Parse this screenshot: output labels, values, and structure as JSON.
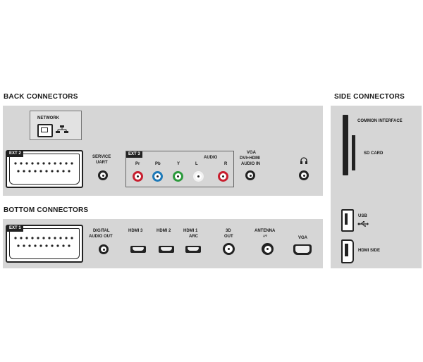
{
  "sections": {
    "back": "BACK CONNECTORS",
    "bottom": "BOTTOM CONNECTORS",
    "side": "SIDE CONNECTORS"
  },
  "back": {
    "network": "NETWORK",
    "ext2": "EXT 2",
    "service": [
      "SERVICE",
      "UART"
    ],
    "ext3": "EXT 3",
    "ext3_pins": [
      "Pr",
      "Pb",
      "Y",
      "L",
      "R"
    ],
    "audio": "AUDIO",
    "vga_audio": [
      "VGA",
      "DVI+HDMI",
      "AUDIO IN"
    ],
    "jack_colors": [
      "#c81e2e",
      "#1e7ab8",
      "#2c9a3c",
      "#f2f2f2",
      "#c81e2e"
    ]
  },
  "bottom": {
    "ext1": "EXT 1",
    "digital": [
      "DIGITAL",
      "AUDIO OUT"
    ],
    "hdmi3": "HDMI 3",
    "hdmi2": "HDMI 2",
    "hdmi1": [
      "HDMI 1",
      "ARC"
    ],
    "out3d": [
      "3D",
      "OUT"
    ],
    "antenna": "ANTENNA",
    "vga": "VGA"
  },
  "side": {
    "ci": "COMMON  INTERFACE",
    "sd": "SD CARD",
    "usb": "USB",
    "hdmi_side": "HDMI SIDE"
  }
}
